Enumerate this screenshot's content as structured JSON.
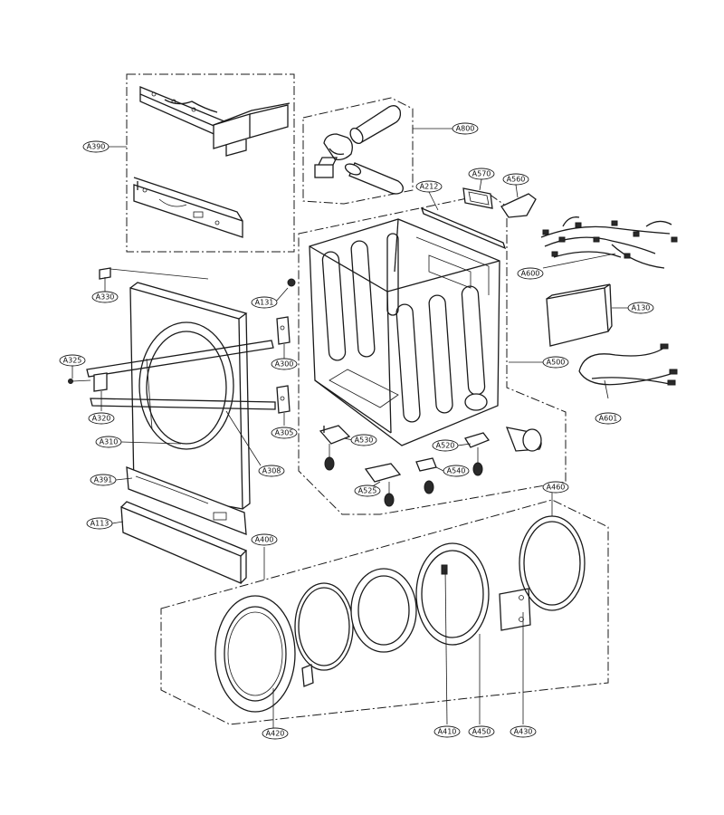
{
  "callouts": [
    {
      "id": "A390",
      "label": "A390"
    },
    {
      "id": "A800",
      "label": "A800"
    },
    {
      "id": "A212",
      "label": "A212"
    },
    {
      "id": "A570",
      "label": "A570"
    },
    {
      "id": "A560",
      "label": "A560"
    },
    {
      "id": "A600",
      "label": "A600"
    },
    {
      "id": "A330",
      "label": "A330"
    },
    {
      "id": "A131",
      "label": "A131"
    },
    {
      "id": "A130",
      "label": "A130"
    },
    {
      "id": "A300",
      "label": "A300"
    },
    {
      "id": "A325",
      "label": "A325"
    },
    {
      "id": "A500",
      "label": "A500"
    },
    {
      "id": "A601",
      "label": "A601"
    },
    {
      "id": "A320",
      "label": "A320"
    },
    {
      "id": "A305",
      "label": "A305"
    },
    {
      "id": "A310",
      "label": "A310"
    },
    {
      "id": "A530",
      "label": "A530"
    },
    {
      "id": "A520",
      "label": "A520"
    },
    {
      "id": "A308",
      "label": "A308"
    },
    {
      "id": "A391",
      "label": "A391"
    },
    {
      "id": "A540",
      "label": "A540"
    },
    {
      "id": "A525",
      "label": "A525"
    },
    {
      "id": "A460",
      "label": "A460"
    },
    {
      "id": "A113",
      "label": "A113"
    },
    {
      "id": "A400",
      "label": "A400"
    },
    {
      "id": "A420",
      "label": "A420"
    },
    {
      "id": "A410",
      "label": "A410"
    },
    {
      "id": "A450",
      "label": "A450"
    },
    {
      "id": "A430",
      "label": "A430"
    }
  ]
}
